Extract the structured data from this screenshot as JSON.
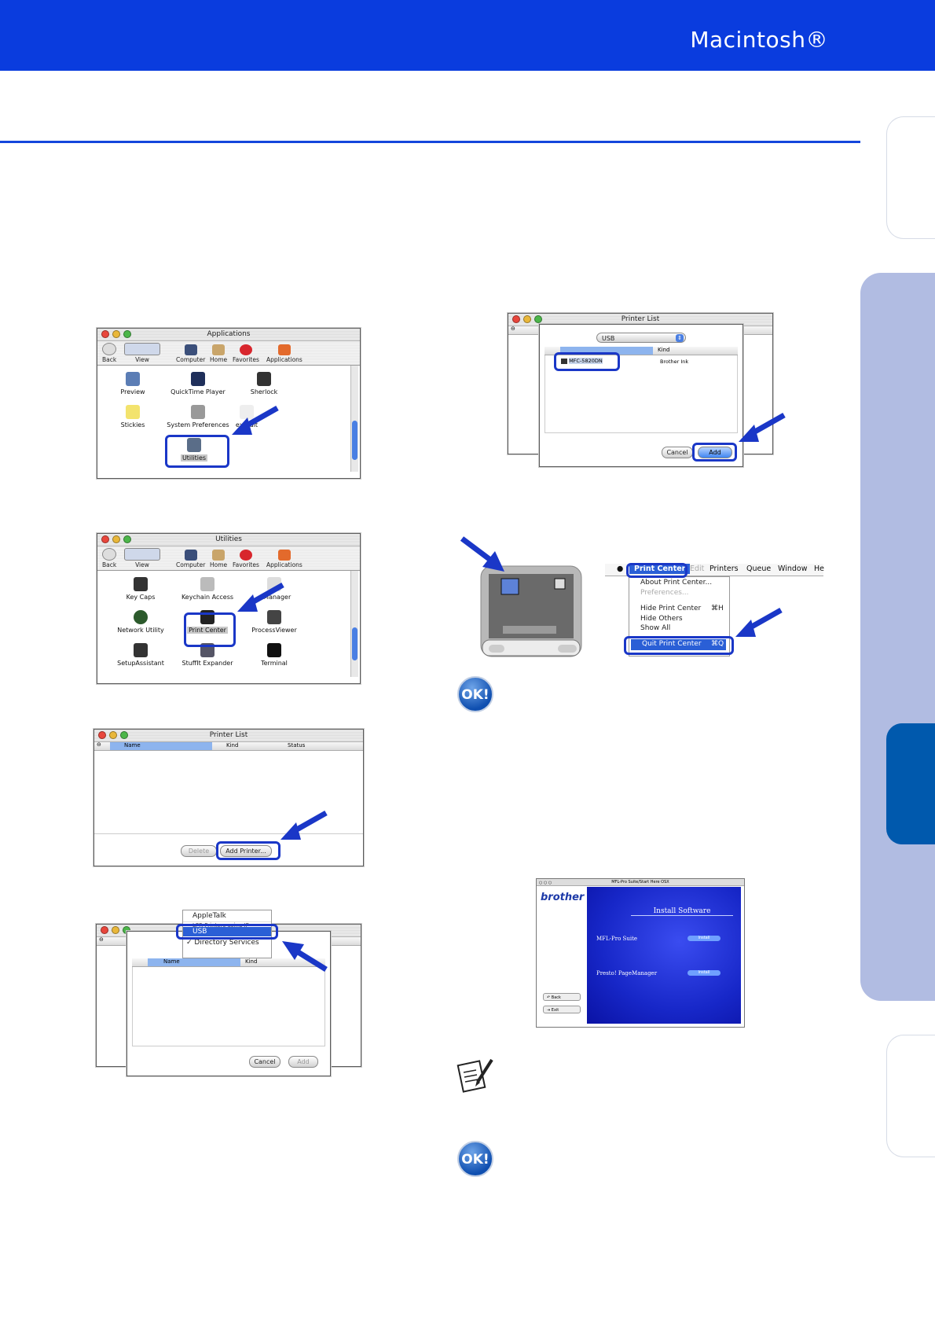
{
  "header": {
    "title": "Macintosh®"
  },
  "fig1": {
    "title": "Applications",
    "toolbar": [
      "Back",
      "View",
      "Computer",
      "Home",
      "Favorites",
      "Applications"
    ],
    "items": [
      "Preview",
      "QuickTime Player",
      "Sherlock",
      "Stickies",
      "System Preferences",
      "extEdit",
      "Utilities"
    ]
  },
  "fig2": {
    "title": "Utilities",
    "toolbar": [
      "Back",
      "View",
      "Computer",
      "Home",
      "Favorites",
      "Applications"
    ],
    "items": [
      "Key Caps",
      "Keychain Access",
      "o Manager",
      "Network Utility",
      "Print Center",
      "ProcessViewer",
      "SetupAssistant",
      "StuffIt Expander",
      "Terminal"
    ]
  },
  "fig3": {
    "title": "Printer List",
    "columns": [
      "Name",
      "Kind",
      "Status"
    ],
    "buttons": [
      "Delete",
      "Add Printer..."
    ]
  },
  "fig4": {
    "menu": [
      "AppleTalk",
      "USB",
      "Directory Services"
    ],
    "check": "✓",
    "partial_text": "LPR Printers using IP",
    "columns": [
      "Name",
      "Kind"
    ],
    "buttons": [
      "Cancel",
      "Add"
    ]
  },
  "fig5": {
    "title": "Printer List",
    "select": "USB",
    "columns": [
      "",
      "Kind"
    ],
    "printer_name": "MFC-5820DN",
    "printer_kind": "Brother Ink",
    "buttons": [
      "Cancel",
      "Add"
    ]
  },
  "fig6": {
    "menubar": [
      "Print Center",
      "Edit",
      "Printers",
      "Queue",
      "Window",
      "He"
    ],
    "menu": [
      "About Print Center...",
      "Preferences...",
      "Hide Print Center",
      "Hide Others",
      "Show All",
      "Quit Print Center"
    ],
    "shortcut_hide": "⌘H",
    "shortcut_quit": "⌘Q"
  },
  "ok1": "OK!",
  "ok2": "OK!",
  "fig7": {
    "title": "MFL-Pro Suite/Start Here OSX",
    "logo": "brother",
    "heading": "Install Software",
    "rows": [
      "MFL-Pro Suite",
      "Presto! PageManager"
    ],
    "install": "Install",
    "back": "Back",
    "exit": "Exit"
  }
}
